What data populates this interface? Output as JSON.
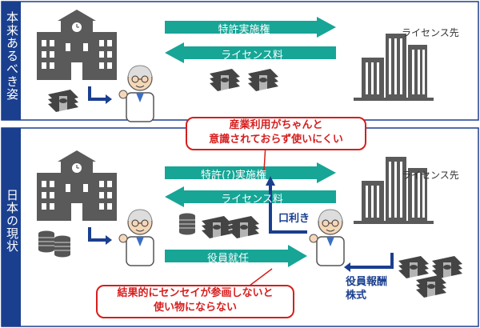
{
  "panels": {
    "top": {
      "label": "本来あるべき姿"
    },
    "bottom": {
      "label": "日本の現状"
    }
  },
  "top_arrows": {
    "patent": "特許実施権",
    "license_fee": "ライセンス料"
  },
  "bottom_arrows": {
    "patent": "特許(?)実施権",
    "license_fee": "ライセンス料",
    "board": "役員就任"
  },
  "licensee_top": "ライセンス先",
  "licensee_bottom": "ライセンス先",
  "callouts": {
    "top": "産業利用がちゃんと\n意識されておらず使いにくい",
    "bottom": "結果的にセンセイが参画しないと\n使い物にならない"
  },
  "labels": {
    "kuchiki": "口利き",
    "compensation": "役員報酬\n株式"
  },
  "colors": {
    "panel_blue": "#1a3f8f",
    "teal": "#17a596",
    "building": "#5a5a5a",
    "callout_red": "#d61e1e"
  }
}
